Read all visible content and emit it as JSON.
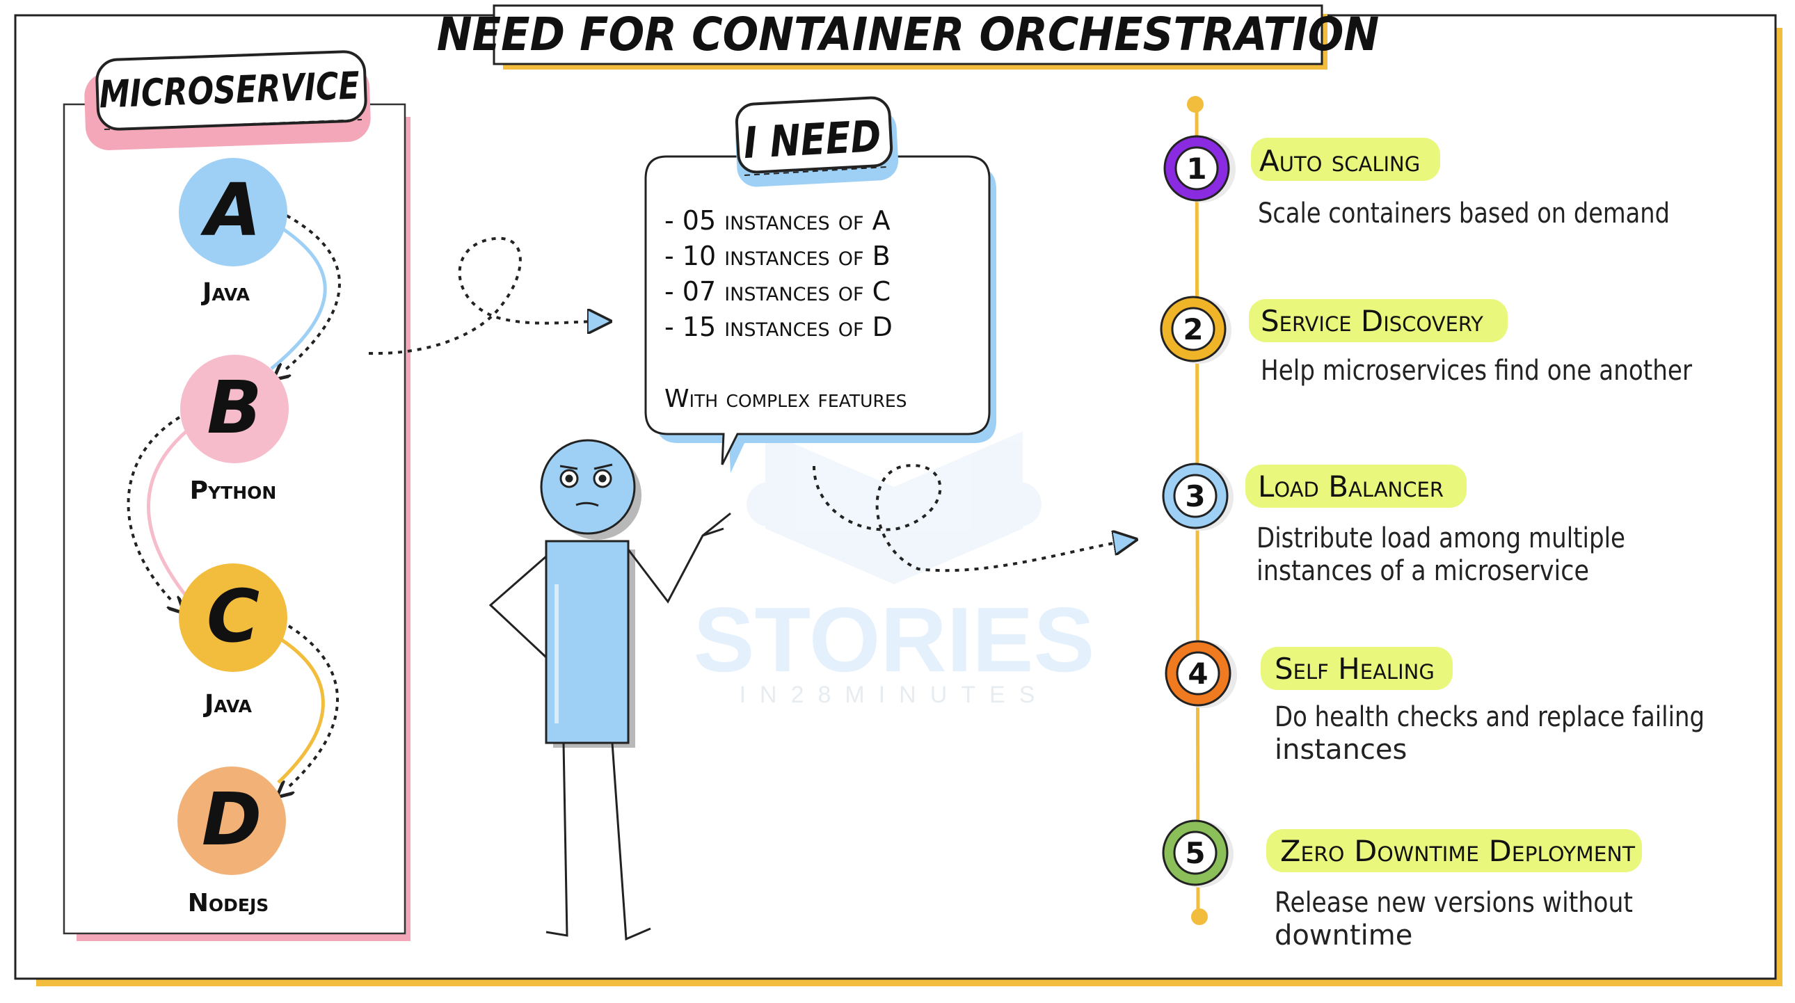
{
  "title": "NEED FOR CONTAINER ORCHESTRATION",
  "microservice_panel": {
    "label": "MICROSERVICE",
    "services": [
      {
        "letter": "A",
        "language": "Java",
        "color": "#9ed0f5"
      },
      {
        "letter": "B",
        "language": "Python",
        "color": "#f6bccb"
      },
      {
        "letter": "C",
        "language": "Java",
        "color": "#f2bd3c"
      },
      {
        "letter": "D",
        "language": "Nodejs",
        "color": "#f2b277"
      }
    ]
  },
  "speech": {
    "label": "I NEED",
    "lines": [
      "- 05 instances of A",
      "- 10 instances of B",
      "- 07 instances of C",
      "- 15 instances of D"
    ],
    "footer": "With complex features"
  },
  "watermark": {
    "name": "STORIES",
    "sub": "IN28MINUTES"
  },
  "features": [
    {
      "number": "1",
      "title": "Auto scaling",
      "description": [
        "Scale containers based on demand"
      ],
      "color": "#8a2be2"
    },
    {
      "number": "2",
      "title": "Service Discovery",
      "description": [
        "Help microservices find one another"
      ],
      "color": "#f0b429"
    },
    {
      "number": "3",
      "title": "Load Balancer",
      "description": [
        "Distribute load among multiple",
        "instances of a microservice"
      ],
      "color": "#9ed0f5"
    },
    {
      "number": "4",
      "title": "Self Healing",
      "description": [
        "Do health checks and replace failing",
        "instances"
      ],
      "color": "#f07a1f"
    },
    {
      "number": "5",
      "title": "Zero Downtime Deployment",
      "description": [
        "Release new versions without",
        "downtime"
      ],
      "color": "#8bbf5a"
    }
  ],
  "colors": {
    "highlight": "#e9f77d",
    "timeline": "#f2bd3c",
    "frame_shadow": "#f2bd3c",
    "panel_shadow": "#f4a7b9",
    "figure_body": "#9ed0f5",
    "bubble_shadow": "#9ed0f5"
  }
}
